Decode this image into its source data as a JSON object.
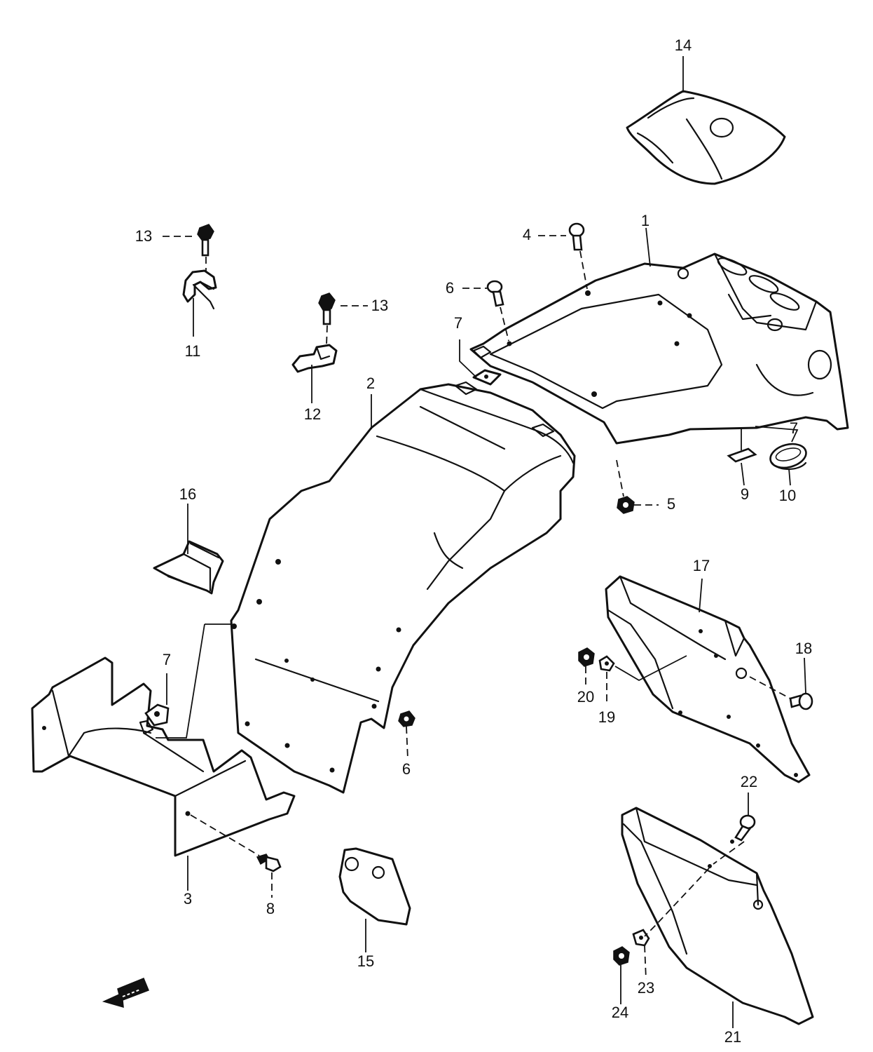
{
  "callouts": {
    "c1": "1",
    "c2": "2",
    "c3": "3",
    "c4": "4",
    "c5": "5",
    "c6a": "6",
    "c6b": "6",
    "c7a": "7",
    "c7b": "7",
    "c7c": "7",
    "c8": "8",
    "c9": "9",
    "c10": "10",
    "c11": "11",
    "c12": "12",
    "c13a": "13",
    "c13b": "13",
    "c14": "14",
    "c15": "15",
    "c16": "16",
    "c17": "17",
    "c18": "18",
    "c19": "19",
    "c20": "20",
    "c21": "21",
    "c22": "22",
    "c23": "23",
    "c24": "24"
  },
  "icons": {
    "front_arrow": "front-direction-arrow-icon"
  }
}
